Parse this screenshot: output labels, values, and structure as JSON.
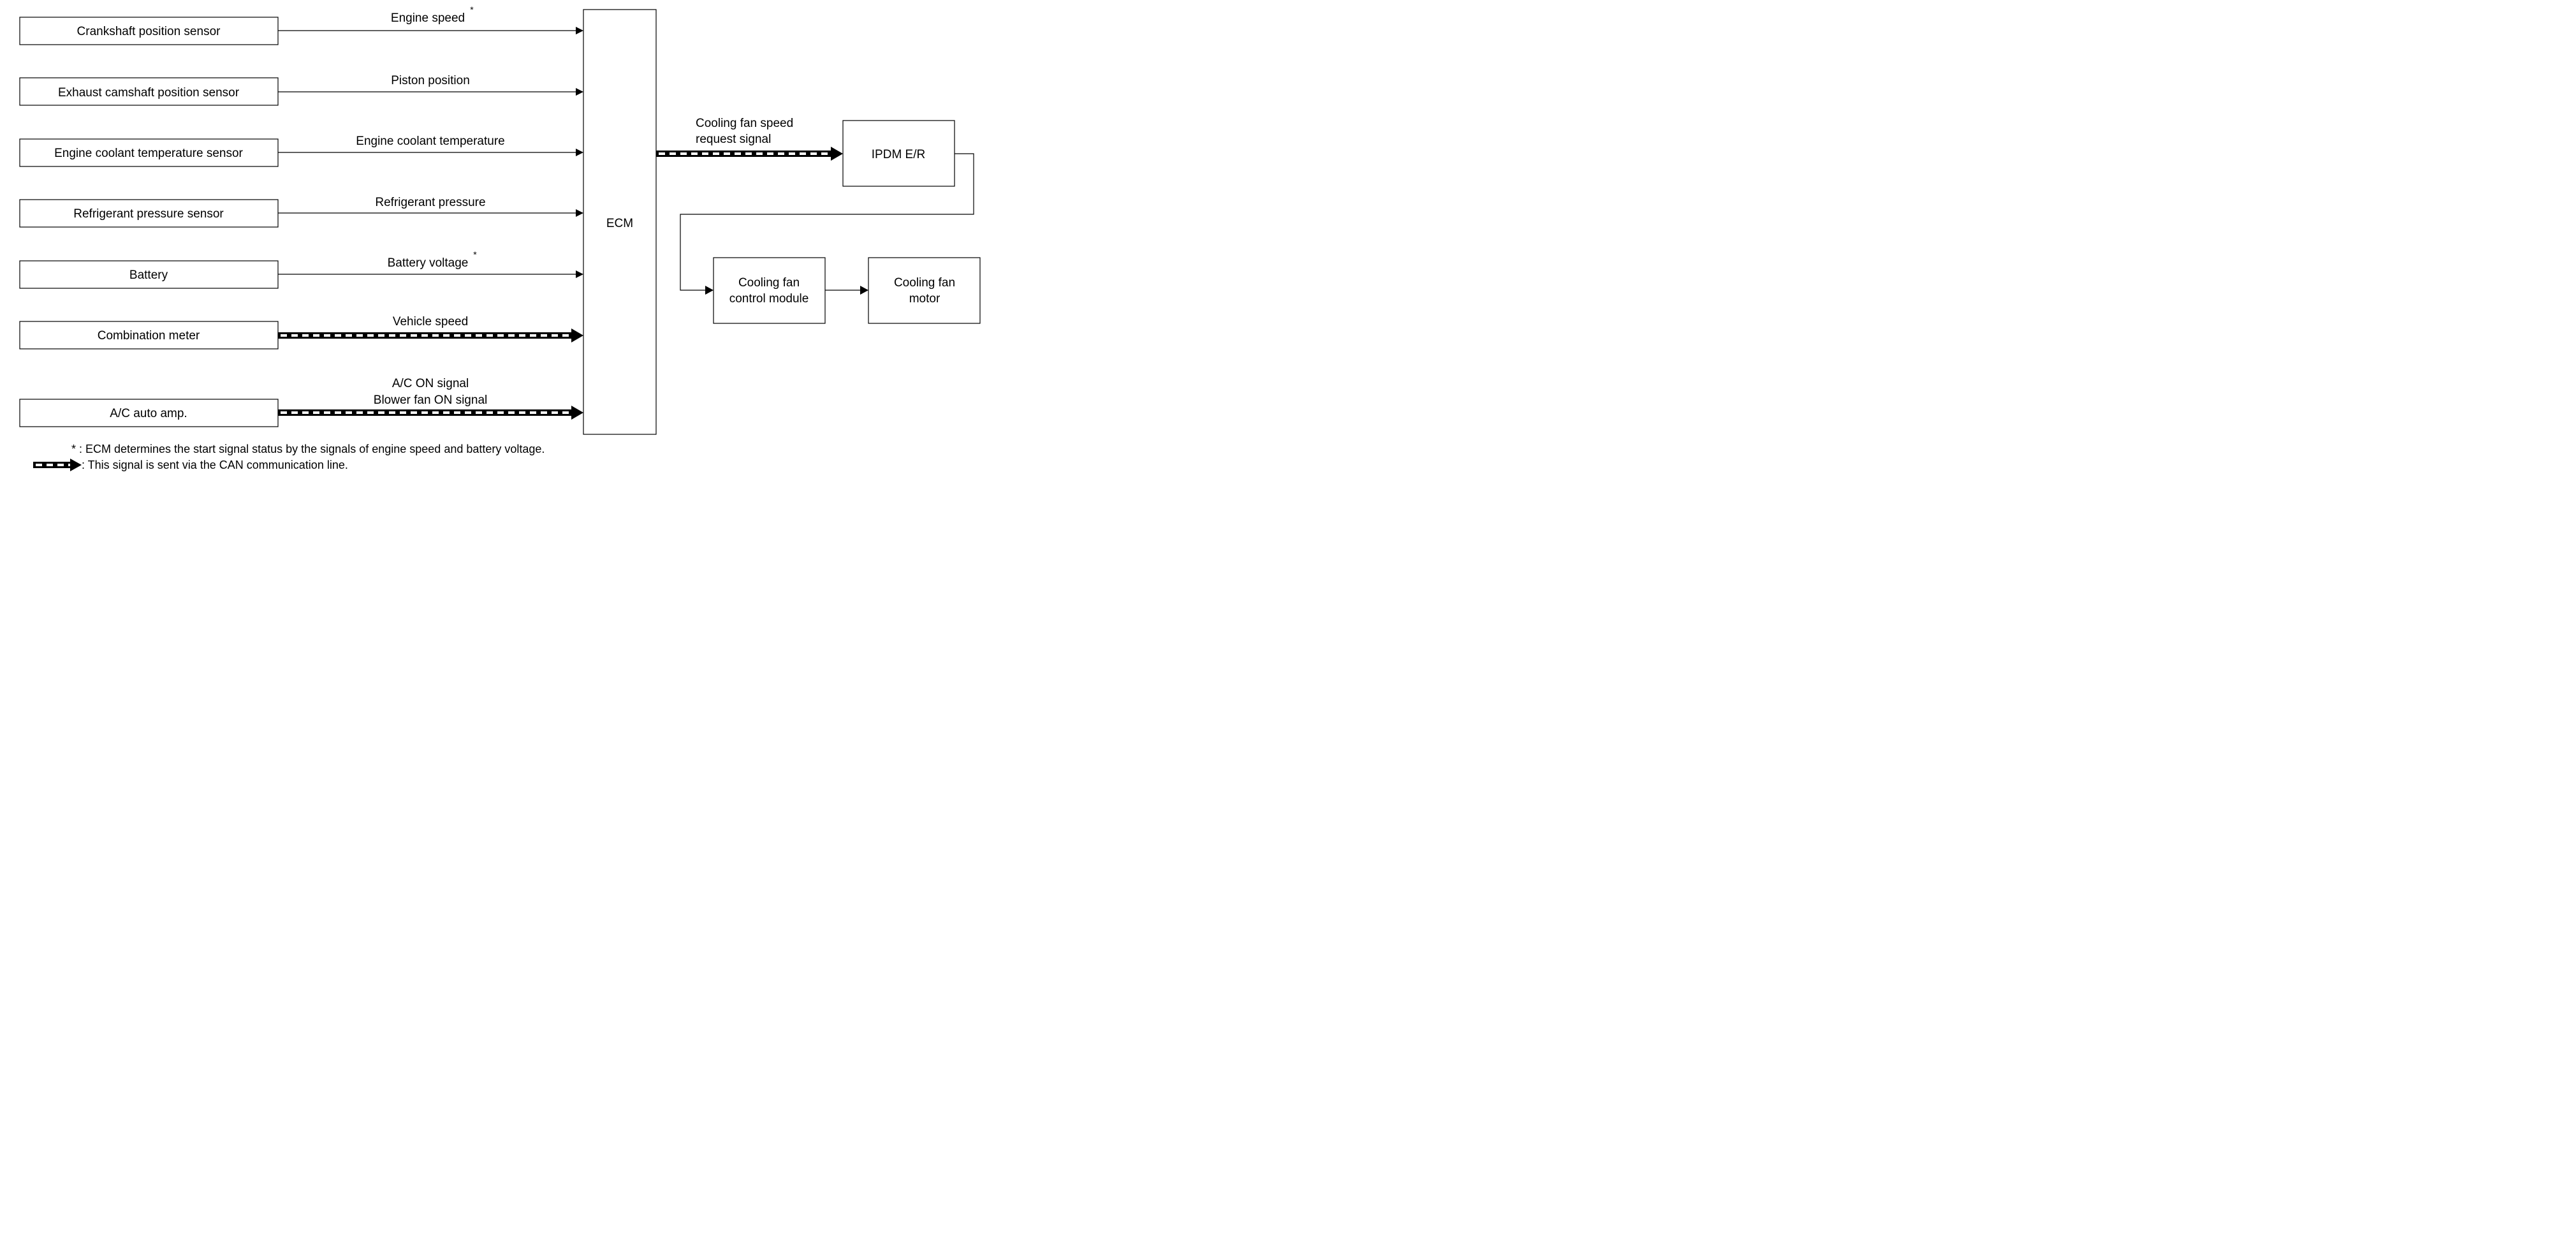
{
  "inputs": [
    {
      "label": "Crankshaft position sensor",
      "signal": "Engine speed",
      "marker": "*"
    },
    {
      "label": "Exhaust camshaft position sensor",
      "signal": "Piston position"
    },
    {
      "label": "Engine coolant temperature sensor",
      "signal": "Engine coolant temperature"
    },
    {
      "label": "Refrigerant pressure sensor",
      "signal": "Refrigerant pressure"
    },
    {
      "label": "Battery",
      "signal": "Battery voltage",
      "marker": "*"
    },
    {
      "label": "Combination meter",
      "signal": "Vehicle speed",
      "line": "can"
    },
    {
      "label": "A/C auto amp.",
      "signal_line1": "A/C ON signal",
      "signal_line2": "Blower fan ON signal",
      "line": "can"
    }
  ],
  "ecm": {
    "label": "ECM"
  },
  "output_signal": {
    "line1": "Cooling fan speed",
    "line2": "request signal",
    "line": "can"
  },
  "ipdm": {
    "label": "IPDM E/R"
  },
  "fan_module": {
    "line1": "Cooling fan",
    "line2": "control module"
  },
  "fan_motor": {
    "line1": "Cooling fan",
    "line2": "motor"
  },
  "legend": {
    "asterisk_note": "* : ECM determines the start signal status by the signals of engine speed and battery voltage.",
    "can_note": ": This signal is sent via the CAN communication line."
  }
}
